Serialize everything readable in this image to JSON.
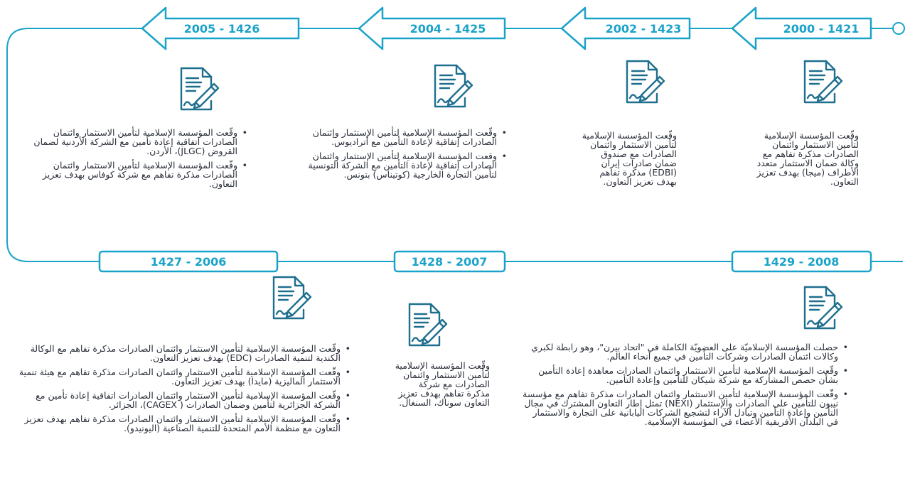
{
  "colors": {
    "accent": "#1aa3c9",
    "icon": "#1e6f8e"
  },
  "icon_name": "document-signing-icon",
  "milestones": [
    {
      "label": "2000 - 1421",
      "text": "وقّعت المؤسسة الإسلامية لتأمين الاستثمار وائتمان الصادرات مذكرة تفاهم مع وكالة ضمان الاستثمار متعدد الأطراف (ميجا) بهدف تعزيز التعاون."
    },
    {
      "label": "2002 - 1423",
      "text": "وقّعت المؤسسة الإسلامية لتأمين الاستثمار وائتمان الصادرات مع صندوق ضمان صادرات إيران (EDBI) مذكرة تفاهم بهدف تعزيز التعاون."
    },
    {
      "label": "2004 - 1425",
      "items": [
        "وقّعت المؤسسة الإسلامية لتأمين الإستثمار وإئتمان الصادرات إتفاقية لإعادة التأمين مع أترادیوس.",
        "وقعت المؤسسة الإسلامية لتأمين الإستثمار وائتمان الصادرات إتفاقية لإعادة التأمين مع الشركة التونسية لتأمين التجارة الخارجية (كوتيناس) بتونس."
      ]
    },
    {
      "label": "2005 - 1426",
      "items": [
        "وقّعت المؤسسة الإسلامية لتأمين الاستثمار وائتمان الصادرات اتفاقية إعادة تأمين مع الشركة الأردنية لضمان القروض (JLGC)، الأردن.",
        "وقّعت المؤسسة الإسلامية لتأمين الاستثمار وائتمان الصادرات مذكرة تفاهم مع شركة كوفاس بهدف تعزيز التعاون."
      ]
    },
    {
      "label": "1429 - 2008",
      "items": [
        "حصلت المؤسسة الإسلاميّة على العضويّة الكاملة في \"اتحاد بيرن\"، وهو رابطة لكبري وكالات ائتمان الصادرات وشركات التأمين في جميع أنحاء العالم.",
        "وقّعت المؤسسة الإسلامية لتأمين الاستثمار وائتمان الصادرات معاهدة إعادة التأمين بشأن حصص المشاركة مع شركة شيكان للتأمين وإعادة التأمين.",
        "وقّعت المؤسسة الإسلامية لتأمين الاستثمار وائتمان الصادرات مذكرة تفاهم مع مؤسسة نيبون للتأمين على الصادرات والإستثمار (NEXI) تمثل إطار التعاون المشترك في مجال التأمين وإعادة التأمين وتبادل الآراء لتشجيع الشركات اليابانية على التجارة والاستثمار في البلدان الأفريقية الأعضاء في المؤسسة الإسلامية."
      ]
    },
    {
      "label": "1428 - 2007",
      "text": "وقّعت المؤسسة الإسلامية لتأمين الاستثمار وائتمان الصادرات مع شركة مذكرة تفاهم بهدف تعزيز التعاون سوناك، السنغال."
    },
    {
      "label": "1427 - 2006",
      "items": [
        "وقّعت المؤسسة الإسلامية لتأمين الاستثمار وائتمان الصادرات مذكرة تفاهم مع الوكالة الكندية لتنمية الصادرات (EDC) بهدف تعزيز التعاون.",
        "وقّعت المؤسسة الإسلامية لتأمين الاستثمار وائتمان الصادرات مذكرة تفاهم مع هيئة تنمية الاستثمار الماليزية (مايدا) بهدف تعزيز التعاون.",
        "وقّعت المؤسسة الإسلامية لتأمين الاستثمار وائتمان الصادرات اتفاقية إعادة تأمين مع الشركة الجزائرية لتأمين وضمان الصادرات ( CAGEX)، الجزائر.",
        "وقّعت المؤسسة الإسلامية لتأمين الاستثمار وائتمان الصادرات مذكرة تفاهم بهدف تعزيز التعاون مع منظمة الأمم المتحدة للتنمية الصناعية (اليونيدو)."
      ]
    }
  ]
}
